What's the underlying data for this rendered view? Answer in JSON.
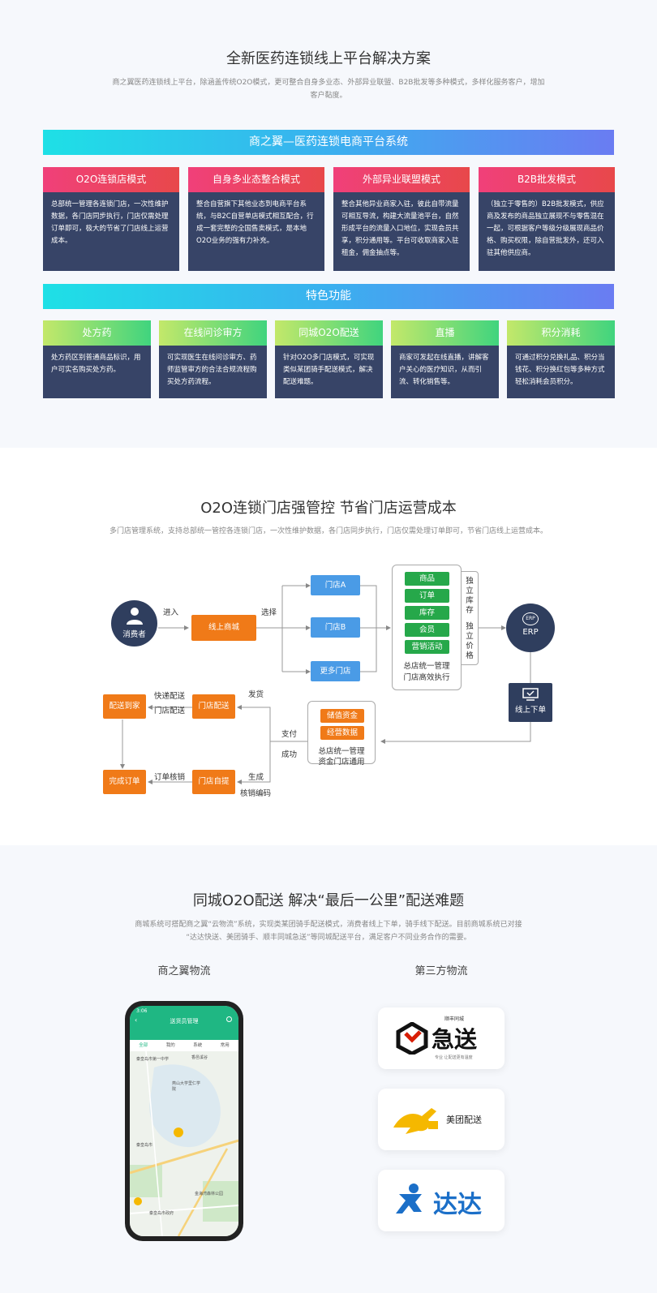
{
  "section1": {
    "title": "全新医药连锁线上平台解决方案",
    "desc_line1": "商之翼医药连锁线上平台，除涵盖传统O2O模式，更可整合自身多业态、外部异业联盟、B2B批发等多种模式，多样化服务客户，增加",
    "desc_line2": "客户黏度。",
    "band1": "商之翼—医药连锁电商平台系统",
    "modes": [
      {
        "title": "O2O连锁店模式",
        "text": "总部统一管理各连锁门店，一次性维护数据，各门店同步执行，门店仅需处理订单即可，极大的节省了门店线上运营成本。"
      },
      {
        "title": "自身多业态整合模式",
        "text": "整合自营旗下其他业态到电商平台系统，与B2C自营单店模式相互配合，行成一套完整的全国售卖模式，是本地O2O业务的强有力补充。"
      },
      {
        "title": "外部异业联盟模式",
        "text": "整合其他异业商家入驻，彼此自带流量可相互导流，构建大流量池平台，自然形成平台的流量入口地位，实现会员共享，积分通用等。平台可收取商家入驻租金，佣金抽点等。"
      },
      {
        "title": "B2B批发模式",
        "text": "（独立于零售的）B2B批发模式，供应商及发布的商品独立展现不与零售混在一起，可根据客户等级分级展现商品价格、购买权限，除自营批发外，还可入驻其他供应商。"
      }
    ],
    "band2": "特色功能",
    "features": [
      {
        "title": "处方药",
        "text": "处方药区别普通商品标识，用户可实名购买处方药。"
      },
      {
        "title": "在线问诊审方",
        "text": "可实现医生在线问诊审方、药师监管审方的合法合规流程购买处方药流程。"
      },
      {
        "title": "同城O2O配送",
        "text": "针对O2O多门店模式，可实现类似某团骑手配送模式，解决配送难题。"
      },
      {
        "title": "直播",
        "text": "商家可发起在线直播，讲解客户关心的医疗知识，从而引流、转化销售等。"
      },
      {
        "title": "积分消耗",
        "text": "可通过积分兑换礼品、积分当钱花、积分换红包等多种方式轻松消耗会员积分。"
      }
    ]
  },
  "section2": {
    "title": "O2O连锁门店强管控 节省门店运营成本",
    "desc": "多门店管理系统，支持总部统一管控各连锁门店，一次性维护数据，各门店同步执行，门店仅需处理订单即可，节省门店线上运营成本。",
    "consumer": "消费者",
    "enter": "进入",
    "online_mall": "线上商城",
    "select": "选择",
    "stores": [
      "门店A",
      "门店B",
      "更多门店"
    ],
    "modules": [
      "商品",
      "订单",
      "库存",
      "会员",
      "营销活动"
    ],
    "hq_manage1": "总店统一管理",
    "hq_manage1b": "门店高效执行",
    "independent_stock": "独立库存",
    "independent_price": "独立价格",
    "erp_badge": "ERP",
    "erp_label": "ERP",
    "online_order": "线上下单",
    "funds": [
      "储值资金",
      "经营数据"
    ],
    "hq_manage2": "总店统一管理",
    "hq_manage2b": "资金门店通用",
    "pay": "支付",
    "success": "成功",
    "ship": "发货",
    "store_delivery": "门店配送",
    "express_delivery": "快递配送",
    "store_delivery_label": "门店配送",
    "delivered": "配送到家",
    "store_pickup": "门店自提",
    "generate": "生成",
    "verify_code": "核销编码",
    "order_verify": "订单核销",
    "complete": "完成订单"
  },
  "section3": {
    "title": "同城O2O配送 解决“最后一公里”配送难题",
    "desc_line1": "商城系统可搭配商之翼“云物流”系统，实现类某团骑手配送模式，消费者线上下单，骑手线下配送。目前商城系统已对接",
    "desc_line2": "“达达快送、美团骑手、顺丰同城急送”等同城配送平台，满足客户不同业务合作的需要。",
    "left_title": "商之翼物流",
    "right_title": "第三方物流",
    "phone": {
      "time": "3:06",
      "app_title": "送货员管理",
      "tabs": [
        "全部",
        "我的",
        "系统",
        "常用"
      ],
      "map_labels": [
        "秦皇岛市第一中学",
        "香邑溪谷",
        "燕山大学里仁学院",
        "秦皇岛市",
        "金海湾森林公园",
        "秦皇岛市政府"
      ]
    },
    "logos": {
      "sf_top": "顺丰同城",
      "sf_main": "急送",
      "sf_sub": "专业 让配送更有温度",
      "meituan": "美团配送",
      "dada": "达达"
    },
    "colors": {
      "sf": "#111111",
      "sf_red": "#d81e06",
      "meituan_yellow": "#f5b800",
      "dada_blue": "#1b6fc8"
    }
  }
}
